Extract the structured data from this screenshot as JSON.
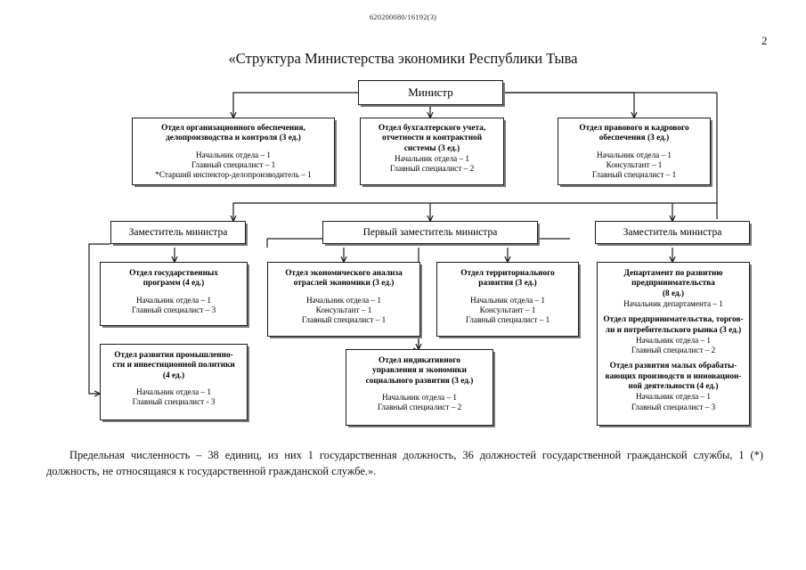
{
  "document": {
    "header_code": "620200080/16192(3)",
    "page_number": "2",
    "title": "«Структура Министерства экономики Республики Тыва",
    "footer_note": "Предельная численность – 38 единиц, из них 1 государственная должность, 36 должностей государственной гражданской службы, 1 (*) должность, не относящаяся к государственной гражданской службе.»."
  },
  "chart_data": {
    "type": "diagram",
    "title": "«Структура Министерства экономики Республики Тыва",
    "nodes": [
      {
        "id": "minister",
        "level": 0,
        "title": "Министр",
        "lines": []
      },
      {
        "id": "dept-org",
        "level": 1,
        "title": "Отдел  организационного обеспечения, делопроизводства и контроля (3 ед.)",
        "lines": [
          "Начальник отдела – 1",
          "Главный специалист – 1",
          "*Старший инспектор-делопроизводитель – 1"
        ]
      },
      {
        "id": "dept-buh",
        "level": 1,
        "title": "Отдел бухгалтерского учета, отчетности и контрактной системы  (3 ед.)",
        "lines": [
          "Начальник отдела – 1",
          "Главный специалист – 2"
        ]
      },
      {
        "id": "dept-law",
        "level": 1,
        "title": "Отдел правового и кадрового обеспечения (3 ед.)",
        "lines": [
          "Начальник отдела – 1",
          "Консультант – 1",
          "Главный специалист – 1"
        ]
      },
      {
        "id": "deputy-left",
        "level": 2,
        "title": "Заместитель министра",
        "lines": []
      },
      {
        "id": "deputy-first",
        "level": 2,
        "title": "Первый заместитель министра",
        "lines": []
      },
      {
        "id": "deputy-right",
        "level": 2,
        "title": "Заместитель министра",
        "lines": []
      },
      {
        "id": "dept-gosprog",
        "level": 3,
        "title": "Отдел государственных программ (4 ед.)",
        "lines": [
          "Начальник отдела – 1",
          "Главный специалист – 3"
        ]
      },
      {
        "id": "dept-prom",
        "level": 3,
        "title": "Отдел развития промышленности и инвестиционной политики (4 ед.)",
        "lines": [
          "Начальник отдела – 1",
          "Главный специалист - 3"
        ]
      },
      {
        "id": "dept-analiz",
        "level": 3,
        "title": "Отдел экономического анализа отраслей экономики (3 ед.)",
        "lines": [
          "Начальник отдела – 1",
          "Консультант – 1",
          "Главный специалист – 1"
        ]
      },
      {
        "id": "dept-territor",
        "level": 3,
        "title": "Отдел территориального развития (3 ед.)",
        "lines": [
          "Начальник отдела – 1",
          "Консультант – 1",
          "Главный специалист – 1"
        ]
      },
      {
        "id": "dept-indikativ",
        "level": 3,
        "title": "Отдел индикативного управления и экономики социального развития (3 ед.)",
        "lines": [
          "Начальник отдела – 1",
          "Главный специалист – 2"
        ]
      },
      {
        "id": "dept-predprin",
        "level": 3,
        "title": "Департамент по развитию предпринимательства (8 ед.)",
        "lines": [
          "Начальник департамента – 1"
        ],
        "subsections": [
          {
            "title": "Отдел предпринимательства, торговли и потребительского рынка (3 ед.)",
            "lines": [
              "Начальник отдела – 1",
              "Главный специалист – 2"
            ]
          },
          {
            "title": "Отдел развития малых обрабатывающих производств и инновационной деятельности (4 ед.)",
            "lines": [
              "Начальник отдела – 1",
              "Главный специалист – 3"
            ]
          }
        ]
      }
    ],
    "edges": [
      {
        "from": "minister",
        "to": "dept-org"
      },
      {
        "from": "minister",
        "to": "dept-buh"
      },
      {
        "from": "minister",
        "to": "dept-law"
      },
      {
        "from": "minister",
        "to": "deputy-left"
      },
      {
        "from": "minister",
        "to": "deputy-first"
      },
      {
        "from": "minister",
        "to": "deputy-right"
      },
      {
        "from": "deputy-left",
        "to": "dept-gosprog"
      },
      {
        "from": "deputy-left",
        "to": "dept-prom"
      },
      {
        "from": "deputy-first",
        "to": "dept-analiz"
      },
      {
        "from": "deputy-first",
        "to": "dept-territor"
      },
      {
        "from": "deputy-first",
        "to": "dept-indikativ"
      },
      {
        "from": "deputy-right",
        "to": "dept-predprin"
      }
    ]
  },
  "nodes": {
    "minister": {
      "title": "Министр"
    },
    "dept_org": {
      "title_l1": "Отдел  организационного обеспечения,",
      "title_l2": "делопроизводства и контроля (3 ед.)",
      "line1": "Начальник отдела – 1",
      "line2": "Главный специалист – 1",
      "line3": "*Старший инспектор-делопроизводитель – 1"
    },
    "dept_buh": {
      "title_l1": "Отдел бухгалтерского учета,",
      "title_l2": "отчетности и контрактной",
      "title_l3": "системы  (3 ед.)",
      "line1": "Начальник отдела – 1",
      "line2": "Главный специалист – 2"
    },
    "dept_law": {
      "title_l1": "Отдел правового и кадрового",
      "title_l2": "обеспечения (3 ед.)",
      "line1": "Начальник отдела – 1",
      "line2": "Консультант – 1",
      "line3": "Главный специалист – 1"
    },
    "deputy_left": {
      "title": "Заместитель министра"
    },
    "deputy_first": {
      "title": "Первый заместитель министра"
    },
    "deputy_right": {
      "title": "Заместитель министра"
    },
    "dept_gosprog": {
      "title_l1": "Отдел государственных",
      "title_l2": "программ (4 ед.)",
      "line1": "Начальник отдела – 1",
      "line2": "Главный специалист – 3"
    },
    "dept_prom": {
      "title_l1": "Отдел развития промышленно-",
      "title_l2": "сти и инвестиционной политики",
      "title_l3": "(4 ед.)",
      "line1": "Начальник отдела – 1",
      "line2": "Главный специалист - 3"
    },
    "dept_analiz": {
      "title_l1": "Отдел экономического анализа",
      "title_l2": "отраслей экономики (3 ед.)",
      "line1": "Начальник отдела – 1",
      "line2": "Консультант – 1",
      "line3": "Главный специалист – 1"
    },
    "dept_territor": {
      "title_l1": "Отдел территориального",
      "title_l2": "развития (3 ед.)",
      "line1": "Начальник отдела – 1",
      "line2": "Консультант – 1",
      "line3": "Главный специалист – 1"
    },
    "dept_indikativ": {
      "title_l1": "Отдел индикативного",
      "title_l2": "управления и экономики",
      "title_l3": "социального развития (3 ед.)",
      "line1": "Начальник отдела – 1",
      "line2": "Главный специалист – 2"
    },
    "dept_predprin": {
      "title_l1": "Департамент по развитию",
      "title_l2": "предпринимательства",
      "title_l3": "(8 ед.)",
      "line1": "Начальник департамента – 1",
      "sub1_l1": "Отдел предпринимательства, торгов-",
      "sub1_l2": "ли и потребительского рынка (3 ед.)",
      "sub1_line1": "Начальник отдела – 1",
      "sub1_line2": "Главный специалист – 2",
      "sub2_l1": "Отдел развития малых обрабаты-",
      "sub2_l2": "вающих производств и инновацион-",
      "sub2_l3": "ной деятельности (4 ед.)",
      "sub2_line1": "Начальник отдела – 1",
      "sub2_line2": "Главный специалист – 3"
    }
  }
}
